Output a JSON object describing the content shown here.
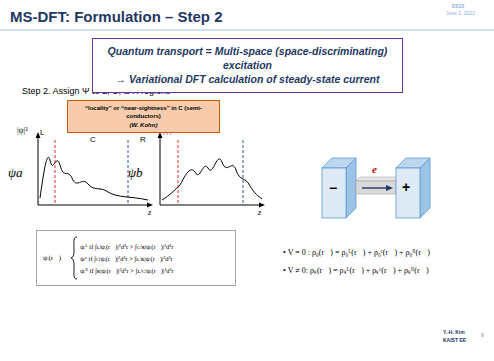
{
  "diagram": {
    "title": "MS-DFT: Formulation – Step 2",
    "nodes": [
      {
        "text": [
          "Quantum transport = Multi-space (space-discriminating) excitation",
          "→ Variational DFT calculation of steady-state current"
        ]
      },
      {
        "text": [
          "“locality” or “near-sightness” in C (semi-conductors)",
          "(W. Kohn)"
        ]
      },
      {
        "text": [
          "ψᵢ(r⃗) ∈",
          "ψᵢᴸ if ∫ʟ|ψᵢ(r⃗)|²d³r > ∫ᴄ/ʀ|ψᵢ(r⃗)|²d³r",
          "ψᵢᶜ if ∫ᴄ|ψᵢ(r⃗)|²d³r > ∫ʟ/ʀ|ψᵢ(r⃗)|²d³r",
          "ψᵢᴿ if ∫ʀ|ψᵢ(r⃗)|²d³r > ∫ʟ/ᴄ|ψᵢ(r⃗)|²d³r"
        ]
      }
    ],
    "labels": [
      "ES22",
      "June 1, 2022",
      "Step 2.  Assign Ψ to L, C, & R regions",
      "|ψ|²",
      "L",
      "C",
      "R",
      "ψa",
      "z",
      "|ψ|²",
      "ψb",
      "z",
      "−",
      "e",
      "+",
      "• V = 0 : ρ₀(r⃗) = ρ₀ᴸ(r⃗) + ρ₀ᶜ(r⃗) + ρ₀ᴿ(r⃗)",
      "• V ≠ 0:  ρₖ(r⃗) = ρₖᴸ(r⃗) + ρₖᶜ(r⃗) + ρₖᴿ(r⃗)",
      "Y.-H. Kim",
      "KAIST EE",
      "9"
    ]
  }
}
